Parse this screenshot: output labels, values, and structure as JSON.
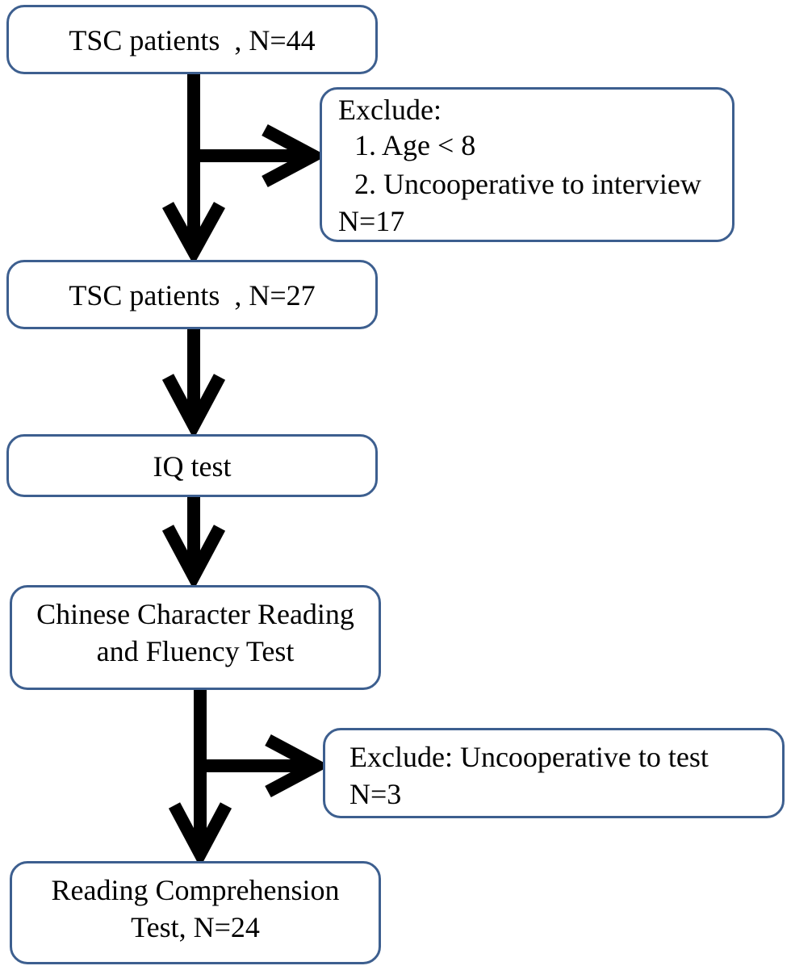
{
  "nodes": {
    "tsc44": {
      "text": "TSC patients  , N=44"
    },
    "exclude1": {
      "heading": "Exclude:",
      "items": [
        "1. Age < 8",
        "2. Uncooperative to interview"
      ],
      "count": "N=17"
    },
    "tsc27": {
      "text": "TSC patients  , N=27"
    },
    "iq": {
      "text": "IQ test"
    },
    "chinese": {
      "line1": "Chinese Character Reading",
      "line2": "and Fluency Test"
    },
    "exclude2": {
      "line1": "Exclude: Uncooperative to test",
      "line2": "N=3"
    },
    "reading": {
      "line1": "Reading Comprehension",
      "line2": "Test, N=24"
    }
  },
  "colors": {
    "box_border": "#3d5f8f",
    "arrow": "#000000"
  }
}
